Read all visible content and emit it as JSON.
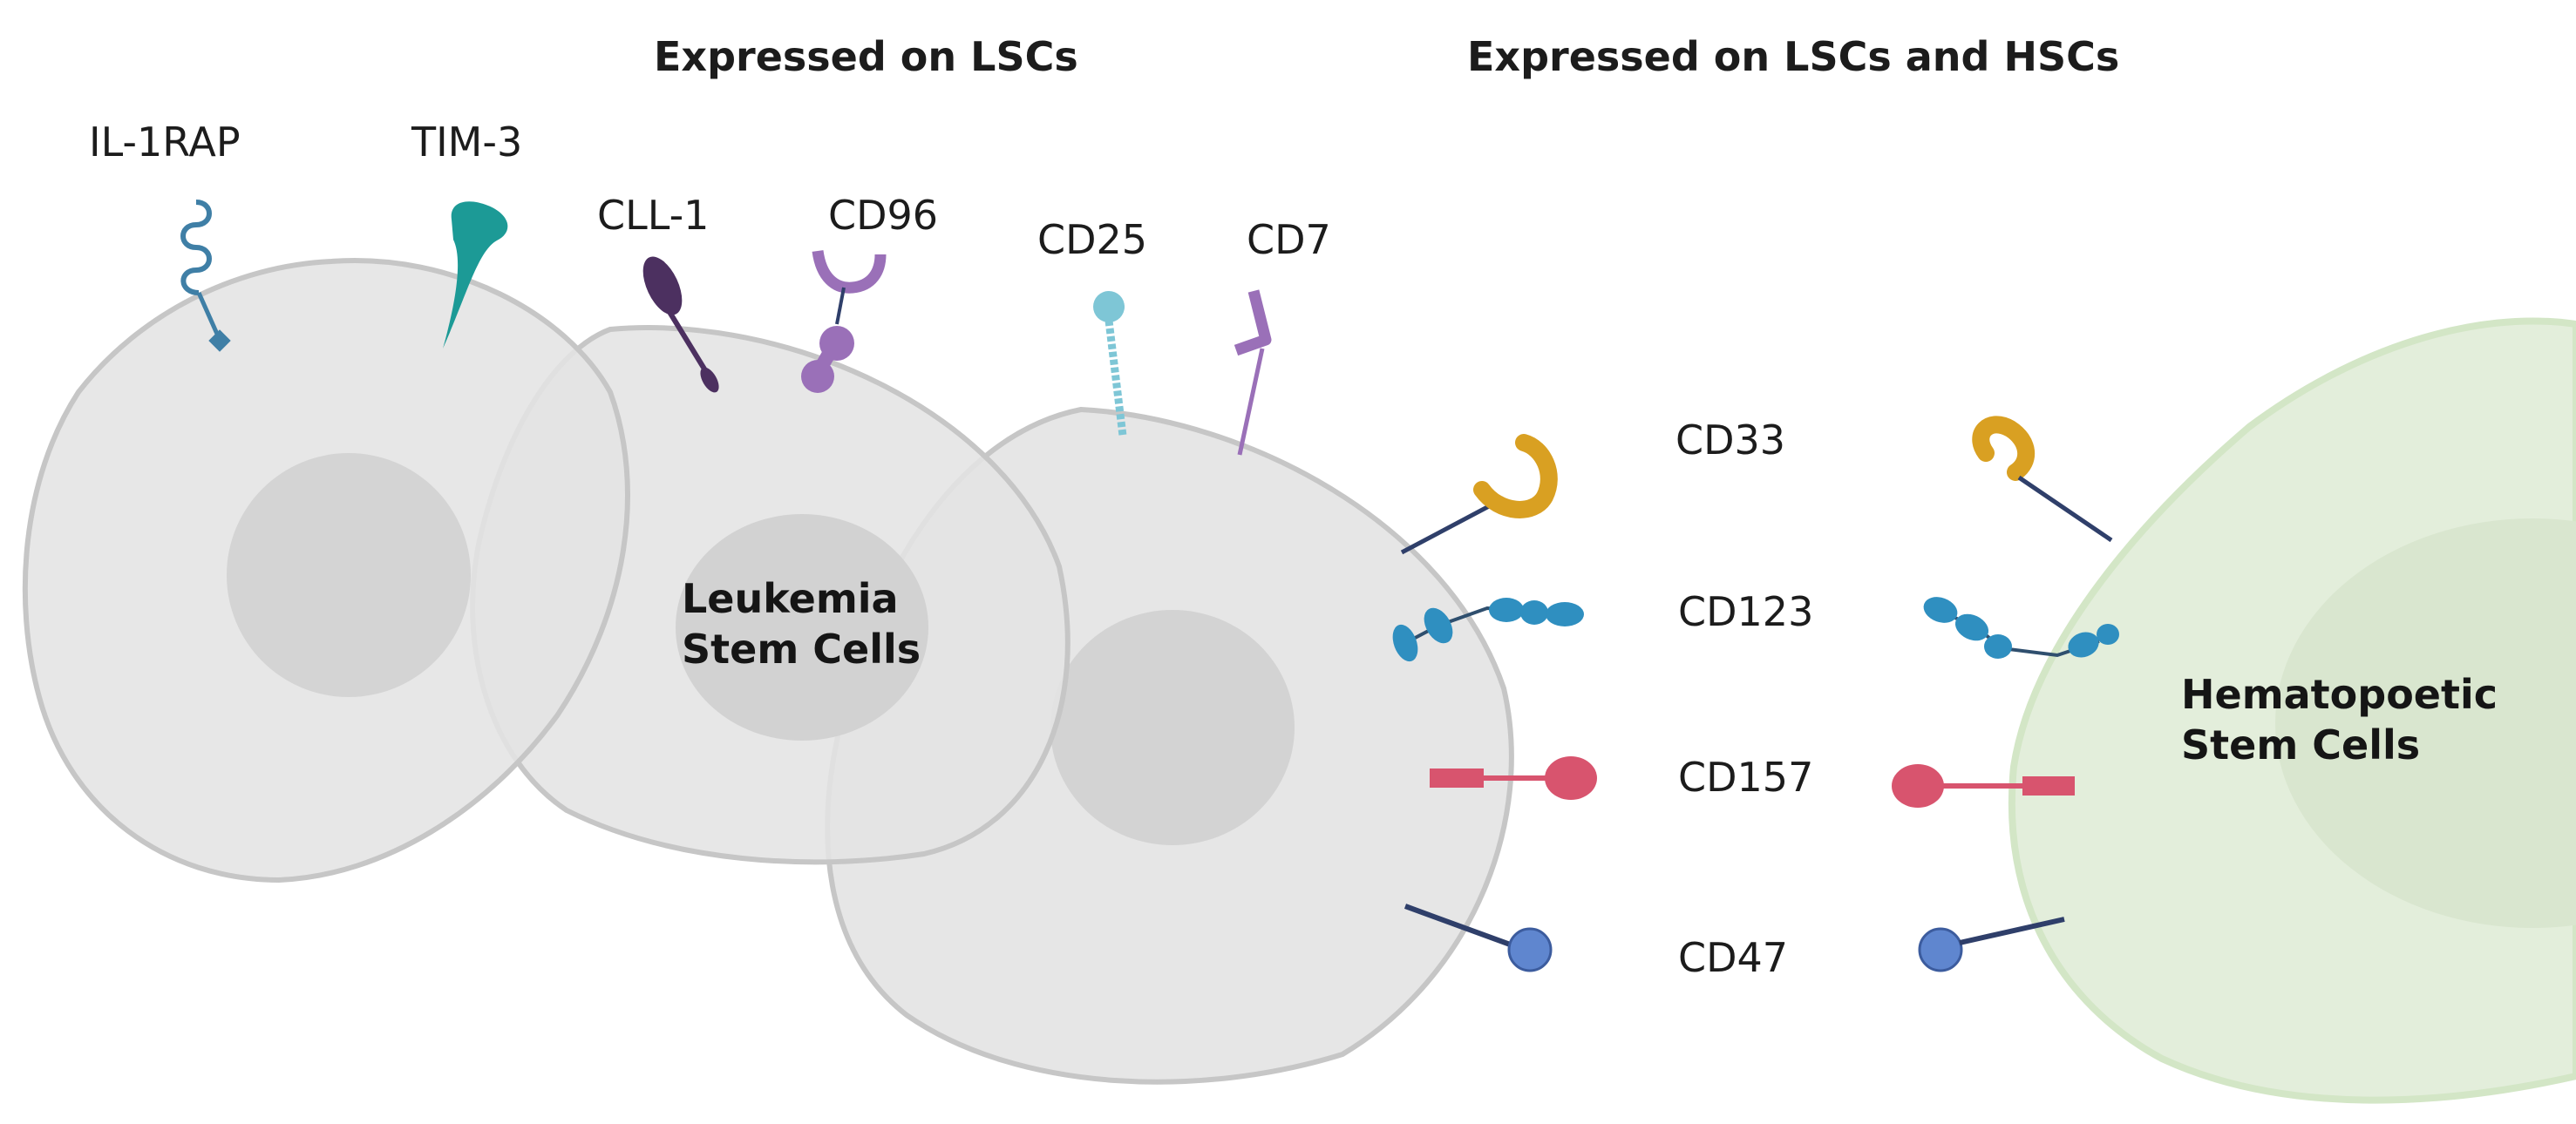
{
  "headers": {
    "lsc_only": "Expressed on LSCs",
    "lsc_and_hsc": "Expressed on LSCs and HSCs"
  },
  "cells": {
    "lsc": {
      "line1": "Leukemia",
      "line2": "Stem Cells"
    },
    "hsc": {
      "line1": "Hematopoetic",
      "line2": "Stem Cells"
    }
  },
  "markers": {
    "il1rap": "IL-1RAP",
    "tim3": "TIM-3",
    "cll1": "CLL-1",
    "cd96": "CD96",
    "cd25": "CD25",
    "cd7": "CD7",
    "cd33": "CD33",
    "cd123": "CD123",
    "cd157": "CD157",
    "cd47": "CD47"
  },
  "colors": {
    "lsc_cell_fill": "#e4e4e4",
    "lsc_cell_stroke": "#c6c6c6",
    "lsc_nucleus": "#d0d0d0",
    "hsc_cell_fill": "#e3eedb",
    "hsc_cell_stroke": "#d3e6c6",
    "hsc_nucleus": "#d9e6cf",
    "il1rap": "#3f7fa6",
    "tim3": "#1c9a96",
    "cll1": "#4c3060",
    "cd96": "#9a70b8",
    "cd25": "#7ec6d6",
    "cd7": "#9a70b8",
    "cd33": "#d9a022",
    "cd123": "#2f8fc0",
    "cd157": "#d8546e",
    "cd47": "#5f86cf",
    "stalk": "#2f3f6a"
  }
}
